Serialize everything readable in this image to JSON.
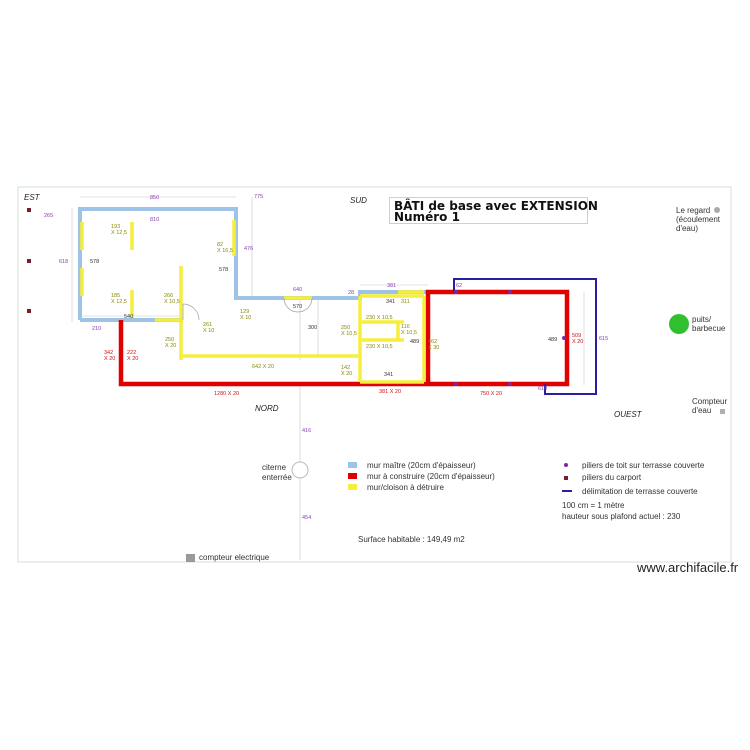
{
  "title": {
    "line1": "BÂTI de base avec EXTENSION",
    "line2": "Numéro 1"
  },
  "orientation": {
    "est": "EST",
    "sud": "SUD",
    "nord": "NORD",
    "ouest": "OUEST"
  },
  "right_labels": {
    "regard_1": "Le regard",
    "regard_2": "(écoulement",
    "regard_3": "d'eau)",
    "puits_1": "puits/",
    "puits_2": "barbecue",
    "compteur_eau_1": "Compteur",
    "compteur_eau_2": "d'eau",
    "citerne_1": "citerne",
    "citerne_2": "enterrée",
    "compteur_elec": "compteur electrique"
  },
  "legend": {
    "mur_maitre": "mur maître (20cm d'épaisseur)",
    "mur_construire": "mur à construire (20cm d'épaisseur)",
    "mur_detruire": "mur/cloison à détruire",
    "piliers_toit": "piliers de toit sur terrasse couverte",
    "piliers_carport": "piliers du carport",
    "delimitation": "délimitation de terrasse couverte",
    "echelle": "100 cm = 1 mètre",
    "hauteur": "hauteur sous plafond actuel : 230",
    "surface": "Surface habitable : 149,49 m2"
  },
  "colors": {
    "mur_maitre": "#9dc3e6",
    "mur_construire": "#e00000",
    "mur_detruire": "#f5ee3d",
    "delimitation": "#2a1fa0",
    "piliers_toit": "#7a2aa8",
    "piliers_carport": "#7a1f2a",
    "puits": "#2fbf2f"
  },
  "dims": {
    "d850": "850",
    "d775": "775",
    "d810": "810",
    "d265": "265",
    "d618": "618",
    "d578": "578",
    "d578b": "578",
    "d476": "476",
    "d210": "210",
    "d540": "540",
    "d640": "640",
    "d570": "570",
    "d300": "300",
    "d28": "28",
    "d381": "381",
    "d341": "341",
    "d341b": "341",
    "d62": "62",
    "d489": "489",
    "d489b": "489",
    "d615": "615",
    "d618b": "618",
    "d416": "416",
    "d454": "454",
    "d342a": "342",
    "d342b": "X 20",
    "d222a": "222",
    "d222b": "X 20",
    "d1280": "1280 X 20",
    "d381x20": "381 X 20",
    "d750x20": "750 X 20",
    "d642": "642 X 20",
    "d142a": "142",
    "d142b": "X 20",
    "d509a": "509",
    "d509b": "X 20",
    "d193a": "193",
    "d193b": "X 12,5",
    "d185a": "185",
    "d185b": "X 12,5",
    "d266a": "266",
    "d266b": "X 10,5",
    "d82a": "82",
    "d82b": "X 16,5",
    "d261a": "261",
    "d261b": "X 10",
    "d129a": "129",
    "d129b": "X 10",
    "d250a": "250",
    "d250b": "X 20",
    "d230a": "230 X 10,5",
    "d230b": "230 X 10,5",
    "d250c": "250",
    "d250d": "X 10,5",
    "d116a": "116",
    "d116b": "X 10,5",
    "d462a": "462",
    "d462b": "X 30",
    "d311": "311"
  }
}
